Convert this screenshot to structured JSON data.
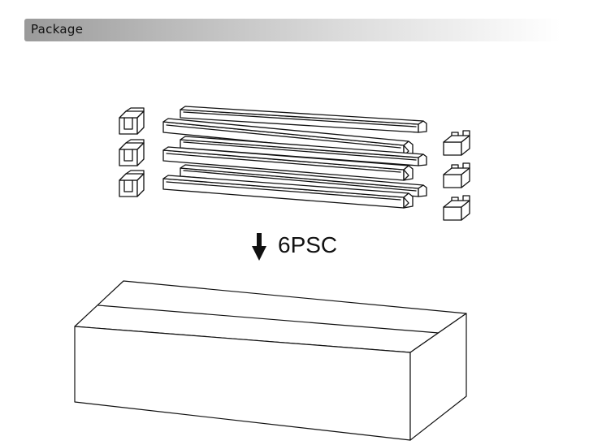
{
  "header": {
    "title": "Package"
  },
  "diagram": {
    "quantity_label": "6PSC",
    "rail_count": 6,
    "bracket_count": 6
  }
}
